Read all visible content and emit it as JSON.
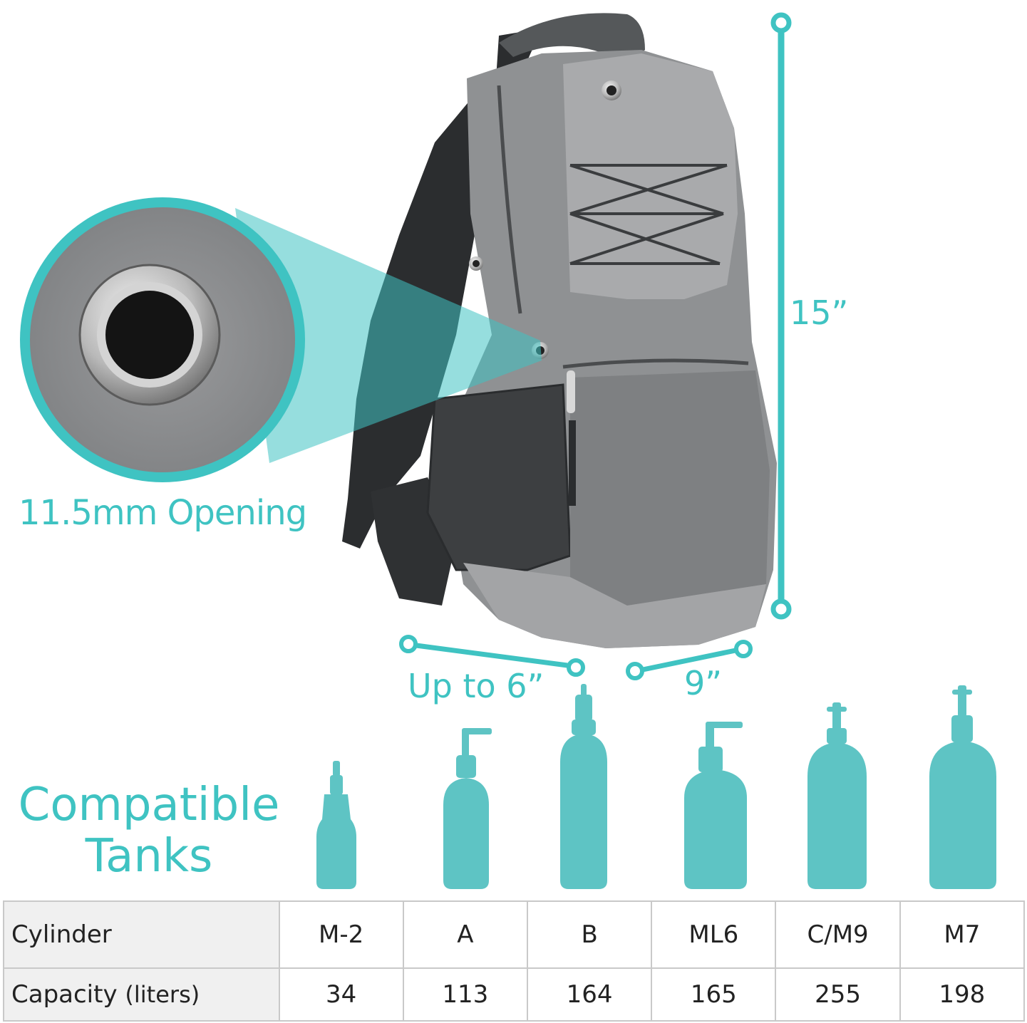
{
  "callout": {
    "label": "11.5mm Opening"
  },
  "dimensions": {
    "height": "15”",
    "depth": "Up to 6”",
    "width": "9”"
  },
  "heading": {
    "line1": "Compatible",
    "line2": "Tanks"
  },
  "colors": {
    "accent": "#3fc3c2",
    "bag": "#8f9193",
    "table_border": "#c9c9c9"
  },
  "table": {
    "row1_label": "Cylinder",
    "row2_label": "Capacity",
    "row2_unit": "(liters)",
    "cylinders": [
      "M-2",
      "A",
      "B",
      "ML6",
      "C/M9",
      "M7"
    ],
    "capacities": [
      "34",
      "113",
      "164",
      "165",
      "255",
      "198"
    ]
  },
  "icons": [
    "grommet-zoom-icon",
    "backpack-illustration",
    "oxygen-tank-icon"
  ]
}
